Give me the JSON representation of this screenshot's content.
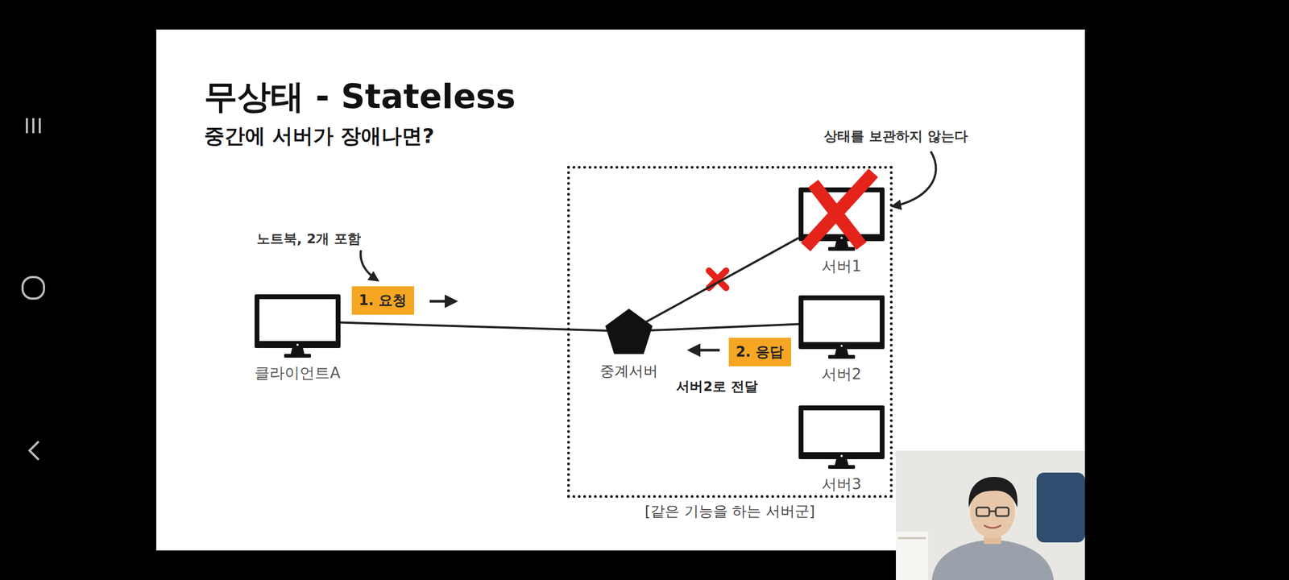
{
  "diagram": {
    "title": "무상태 - Stateless",
    "nodes": [
      {
        "text": [
          "클라이언트A"
        ]
      },
      {
        "text": [
          "1. 요청"
        ]
      },
      {
        "text": [
          "[같은 기능을 하는 서버군]"
        ]
      },
      {
        "text": [
          "서버1"
        ],
        "in": 2
      },
      {
        "text": [
          "중계서버"
        ],
        "in": 2
      },
      {
        "text": [
          "서버2"
        ],
        "in": 2
      },
      {
        "text": [
          "2. 응답"
        ],
        "in": 2
      },
      {
        "text": [
          "서버3"
        ],
        "in": 2
      }
    ],
    "edges": [
      {
        "from": 0,
        "to": 4,
        "arrow": "none"
      },
      {
        "from": 4,
        "to": 3,
        "arrow": "none"
      },
      {
        "from": 4,
        "to": 5,
        "arrow": "none"
      }
    ],
    "labels": [
      "중간에 서버가 장애나면?",
      "노트북, 2개 포함",
      "상태를 보관하지 않는다",
      "서버2로 전달"
    ]
  }
}
